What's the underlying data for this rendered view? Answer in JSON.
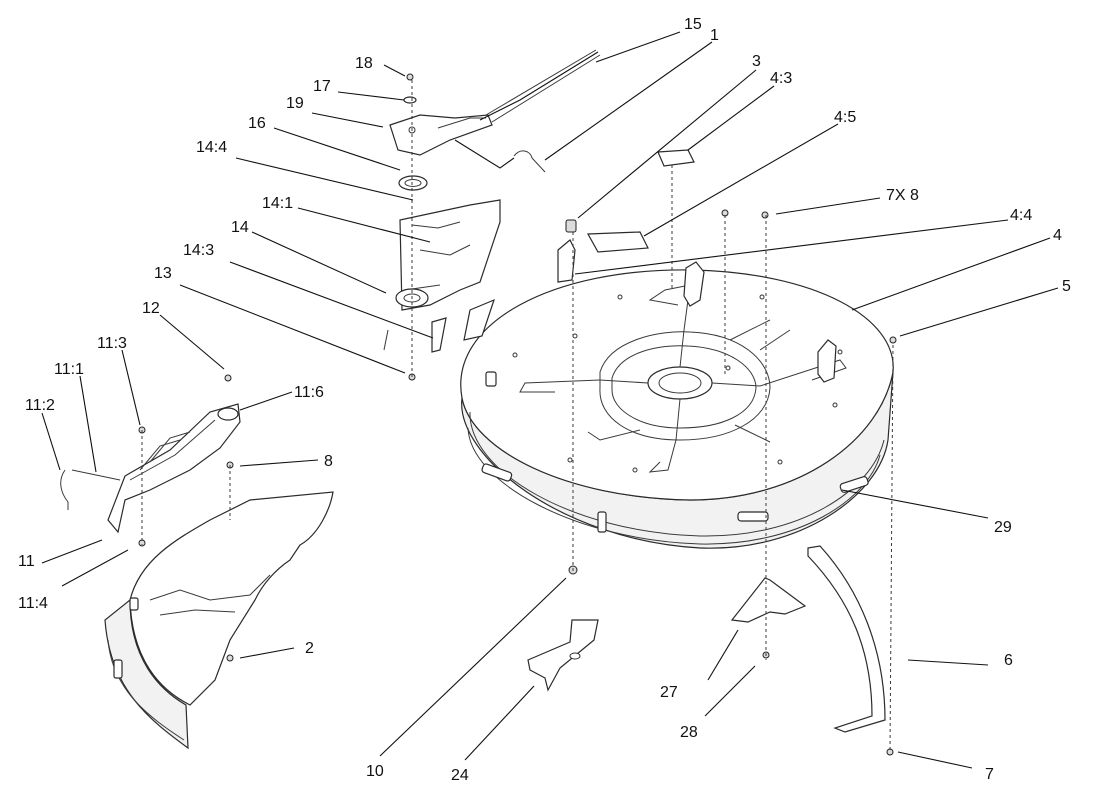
{
  "callouts": [
    {
      "id": "15",
      "text": "15"
    },
    {
      "id": "1",
      "text": "1"
    },
    {
      "id": "18",
      "text": "18"
    },
    {
      "id": "17",
      "text": "17"
    },
    {
      "id": "19",
      "text": "19"
    },
    {
      "id": "16",
      "text": "16"
    },
    {
      "id": "14-4",
      "text": "14:4"
    },
    {
      "id": "14-1",
      "text": "14:1"
    },
    {
      "id": "14",
      "text": "14"
    },
    {
      "id": "14-3",
      "text": "14:3"
    },
    {
      "id": "13",
      "text": "13"
    },
    {
      "id": "12",
      "text": "12"
    },
    {
      "id": "11-3",
      "text": "11:3"
    },
    {
      "id": "11-1",
      "text": "11:1"
    },
    {
      "id": "11-2",
      "text": "11:2"
    },
    {
      "id": "11-6",
      "text": "11:6"
    },
    {
      "id": "8",
      "text": "8"
    },
    {
      "id": "11",
      "text": "11"
    },
    {
      "id": "11-4",
      "text": "11:4"
    },
    {
      "id": "2",
      "text": "2"
    },
    {
      "id": "3",
      "text": "3"
    },
    {
      "id": "4-3",
      "text": "4:3"
    },
    {
      "id": "4-5",
      "text": "4:5"
    },
    {
      "id": "7x8",
      "text": "7X 8"
    },
    {
      "id": "4-4",
      "text": "4:4"
    },
    {
      "id": "4",
      "text": "4"
    },
    {
      "id": "5",
      "text": "5"
    },
    {
      "id": "29",
      "text": "29"
    },
    {
      "id": "6",
      "text": "6"
    },
    {
      "id": "27",
      "text": "27"
    },
    {
      "id": "28",
      "text": "28"
    },
    {
      "id": "10",
      "text": "10"
    },
    {
      "id": "24",
      "text": "24"
    },
    {
      "id": "7",
      "text": "7"
    }
  ]
}
